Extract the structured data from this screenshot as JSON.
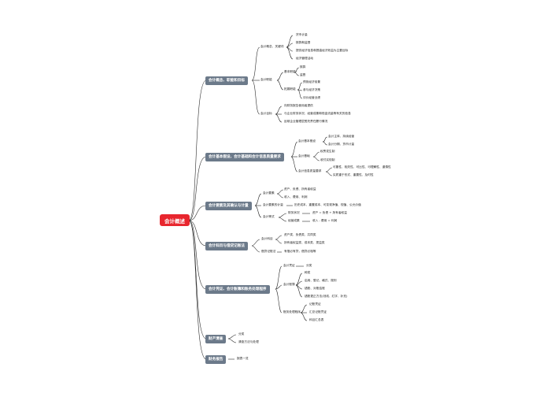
{
  "root": "会计概述",
  "branches": {
    "b1": "会计概念、职能和目标",
    "b2": "会计基本假设、会计基础和会计信息质量要求",
    "b3": "会计要素及其确认与计量",
    "b4": "会计科目与借贷记账法",
    "b5": "会计凭证、会计账簿和账务处理程序",
    "b6": "财产清查",
    "b7": "财务报告"
  },
  "b1": {
    "concept": "会计概念、关键词",
    "concept_items": [
      "货币计量",
      "核算和监督",
      "提供经济信息和提高经济效益为主要目标",
      "经济管理活动"
    ],
    "function": "会计职能",
    "basic": "基本职能",
    "basic_items": [
      "核算",
      "监督"
    ],
    "expand": "拓展职能",
    "expand_items": [
      "预测经济前景",
      "参与经济决策",
      "评价经营业绩"
    ],
    "goal": "会计目标",
    "goal_items": [
      "向财务报告使用者提供",
      "与企业财务状况、经营成果和现金流量等有关的信息",
      "反映企业管理层受托责任履行情况"
    ]
  },
  "b2": {
    "assume": "会计基本假设",
    "assume_items": [
      "会计主体、持续经营",
      "会计分期、货币计量"
    ],
    "basis": "会计基础",
    "basis_items": [
      "权责发生制",
      "收付实现制"
    ],
    "quality": "会计信息质量要求",
    "quality_items": [
      "可靠性、相关性、可比性、可理解性、谨慎性",
      "实质重于形式、重要性、及时性"
    ]
  },
  "b3": {
    "elements": "会计要素",
    "element_items": [
      "资产、负债、所有者权益",
      "收入、费用、利润"
    ],
    "measure": "会计要素的计量",
    "measure_text": "历史成本、重置成本、可变现净值、现值、公允价值",
    "equation": "会计等式",
    "eq_items": [
      {
        "k": "财务状况",
        "v": "资产 = 负债 + 所有者权益"
      },
      {
        "k": "经营成果",
        "v": "收入 - 费用 = 利润"
      }
    ]
  },
  "b4": {
    "subject": "会计科目",
    "subject_items": [
      "资产类、负债类、共同类",
      "所有者权益类、成本类、损益类"
    ],
    "debit": "借贷记账法",
    "debit_text": "有借必有贷，借贷必相等"
  },
  "b5": {
    "voucher": "会计凭证",
    "voucher_text": "分类",
    "book": "会计账簿",
    "book_items": [
      "种类",
      "启用、登记、格式、规则",
      "错账、对账结账",
      "错账更正方法(划线、红字、补充)"
    ],
    "process": "账务处理程序",
    "process_items": [
      "记账凭证",
      "汇总记账凭证",
      "科目汇总表"
    ]
  },
  "b6": {
    "items": [
      "分类",
      "清查方法与处理"
    ]
  },
  "b7": {
    "item": "报表一览"
  }
}
